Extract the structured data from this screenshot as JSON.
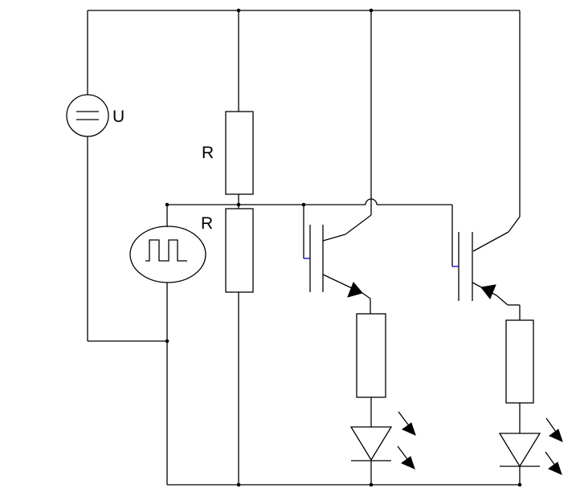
{
  "labels": {
    "source_voltage": "U",
    "resistor_top": "R",
    "resistor_bottom": "R"
  },
  "colors": {
    "wire": "#000000",
    "gate_stub": "#0000cc",
    "background": "#ffffff"
  },
  "icons": {
    "dc_source": "dc-voltage-source-icon",
    "pulse_source": "square-wave-generator-icon",
    "transistor": "igbt-transistor-icon",
    "led": "led-diode-icon"
  }
}
